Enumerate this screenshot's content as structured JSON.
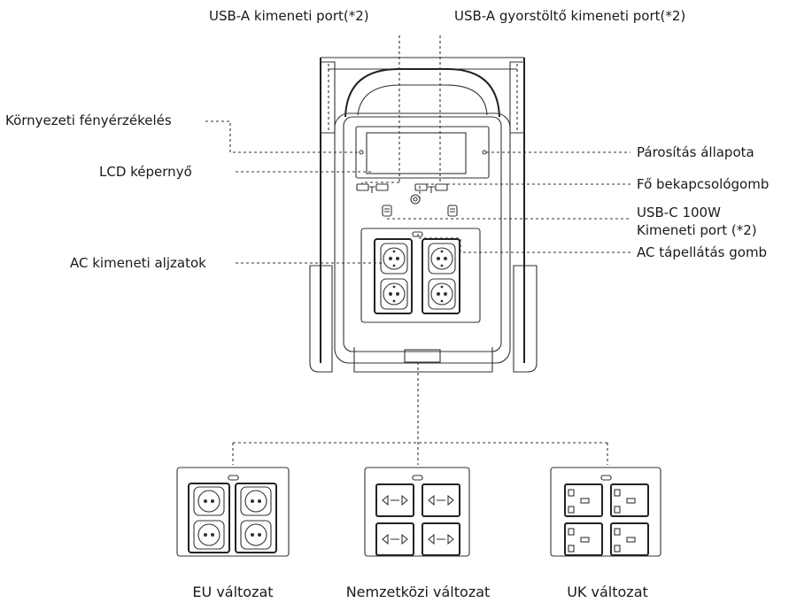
{
  "labels": {
    "usb_a": "USB-A kimeneti port(*2)",
    "usb_a_fast": "USB-A gyorstöltő kimeneti port(*2)",
    "light_sensor": "Környezeti fényérzékelés",
    "lcd": "LCD képernyő",
    "pairing": "Párosítás állapota",
    "main_power": "Fő bekapcsológomb",
    "usbc_line1": "USB-C 100W",
    "usbc_line2": "Kimeneti port (*2)",
    "ac_sockets": "AC kimeneti aljzatok",
    "ac_button": "AC tápellátás gomb"
  },
  "variants": [
    {
      "name": "EU változat"
    },
    {
      "name": "Nemzetközi változat"
    },
    {
      "name": "UK változat"
    }
  ]
}
